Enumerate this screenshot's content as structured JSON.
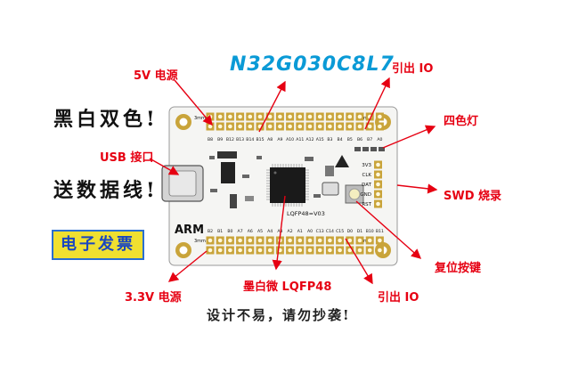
{
  "chip_title": "N32G030C8L7",
  "slogans": {
    "line1": "黑白双色!",
    "line2": "送数据线!"
  },
  "badge": "电子发票",
  "footer": "设计不易，请勿抄袭!",
  "callouts": {
    "power_5v": "5V 电源",
    "io_top": "引出 IO",
    "led": "四色灯",
    "usb": "USB 接口",
    "swd": "SWD 烧录",
    "reset": "复位按键",
    "power_33v": "3.3V 电源",
    "mcu": "墨白微 LQFP48",
    "io_bottom": "引出 IO"
  },
  "board": {
    "hole_label": "3mm",
    "package_label": "LQFP48=V03",
    "arm_label": "ARM",
    "swd_pins": [
      "3V3",
      "CLK",
      "DAT",
      "GND",
      "RST"
    ],
    "top_pins": [
      "B8",
      "B9",
      "B12",
      "B13",
      "B14",
      "B15",
      "A8",
      "A9",
      "A10",
      "A11",
      "A12",
      "A15",
      "B3",
      "B4",
      "B5",
      "B6",
      "B7",
      "A0"
    ],
    "bottom_pins": [
      "B2",
      "B1",
      "B0",
      "A7",
      "A6",
      "A5",
      "A4",
      "A3",
      "A2",
      "A1",
      "A0",
      "C13",
      "C14",
      "C15",
      "D0",
      "D1",
      "B10",
      "B11"
    ]
  },
  "colors": {
    "callout": "#e60012",
    "title": "#0a9ad6",
    "board_bg": "#f5f5f3",
    "pin_gold": "#c9a43a",
    "badge_bg": "#f0e030",
    "badge_border": "#2a6fd0"
  }
}
